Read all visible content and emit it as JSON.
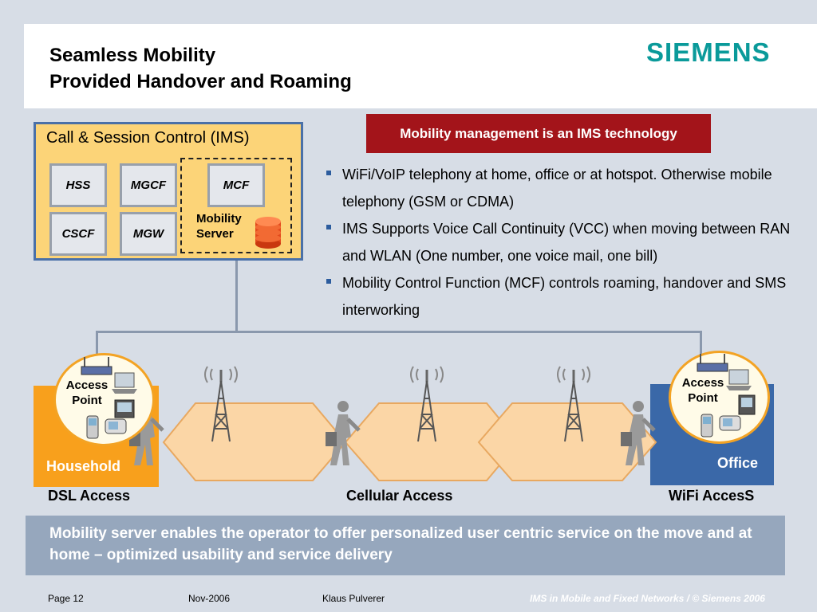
{
  "slide": {
    "title_line1": "Seamless Mobility",
    "title_line2": "Provided Handover and Roaming",
    "logo_text": "SIEMENS"
  },
  "ims": {
    "title": "Call & Session Control (IMS)",
    "components": [
      "HSS",
      "MGCF",
      "MCF",
      "CSCF",
      "MGW"
    ],
    "mobility_server_line1": "Mobility",
    "mobility_server_line2": "Server"
  },
  "banner": "Mobility management is an IMS technology",
  "bullets": [
    "WiFi/VoIP telephony at home, office or at hotspot. Otherwise mobile telephony (GSM or CDMA)",
    "IMS Supports Voice Call Continuity (VCC) when moving between RAN and WLAN (One number, one voice mail, one bill)",
    "Mobility Control Function (MCF) controls roaming, handover and SMS interworking"
  ],
  "network": {
    "access_point_line1": "Access",
    "access_point_line2": "Point",
    "household": "Household",
    "office": "Office",
    "access_labels": [
      "DSL Access",
      "Cellular Access",
      "WiFi AccesS"
    ]
  },
  "summary": "Mobility server enables the operator to offer personalized user centric service on the move and at home – optimized usability and service delivery",
  "footer": {
    "page": "Page 12",
    "date": "Nov-2006",
    "author": "Klaus Pulverer",
    "copyright": "IMS in Mobile and Fixed Networks / © Siemens 2006"
  },
  "colors": {
    "logo": "#0a9a9a",
    "banner": "#a3141a",
    "household": "#f8a01c",
    "office": "#3a68a8",
    "ims_fill": "#fcd478"
  }
}
